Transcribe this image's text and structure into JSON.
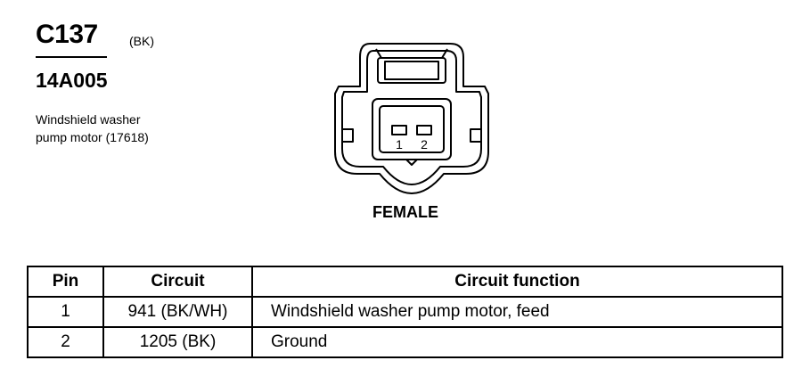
{
  "connector": {
    "id": "C137",
    "color_code": "(BK)",
    "part_number": "14A005",
    "description_line1": "Windshield washer",
    "description_line2": "pump motor (17618)",
    "gender": "FEMALE",
    "pin_labels": [
      "1",
      "2"
    ]
  },
  "table": {
    "headers": [
      "Pin",
      "Circuit",
      "Circuit function"
    ],
    "rows": [
      {
        "pin": "1",
        "circuit": "941 (BK/WH)",
        "function": "Windshield washer pump motor, feed"
      },
      {
        "pin": "2",
        "circuit": "1205 (BK)",
        "function": "Ground"
      }
    ]
  }
}
